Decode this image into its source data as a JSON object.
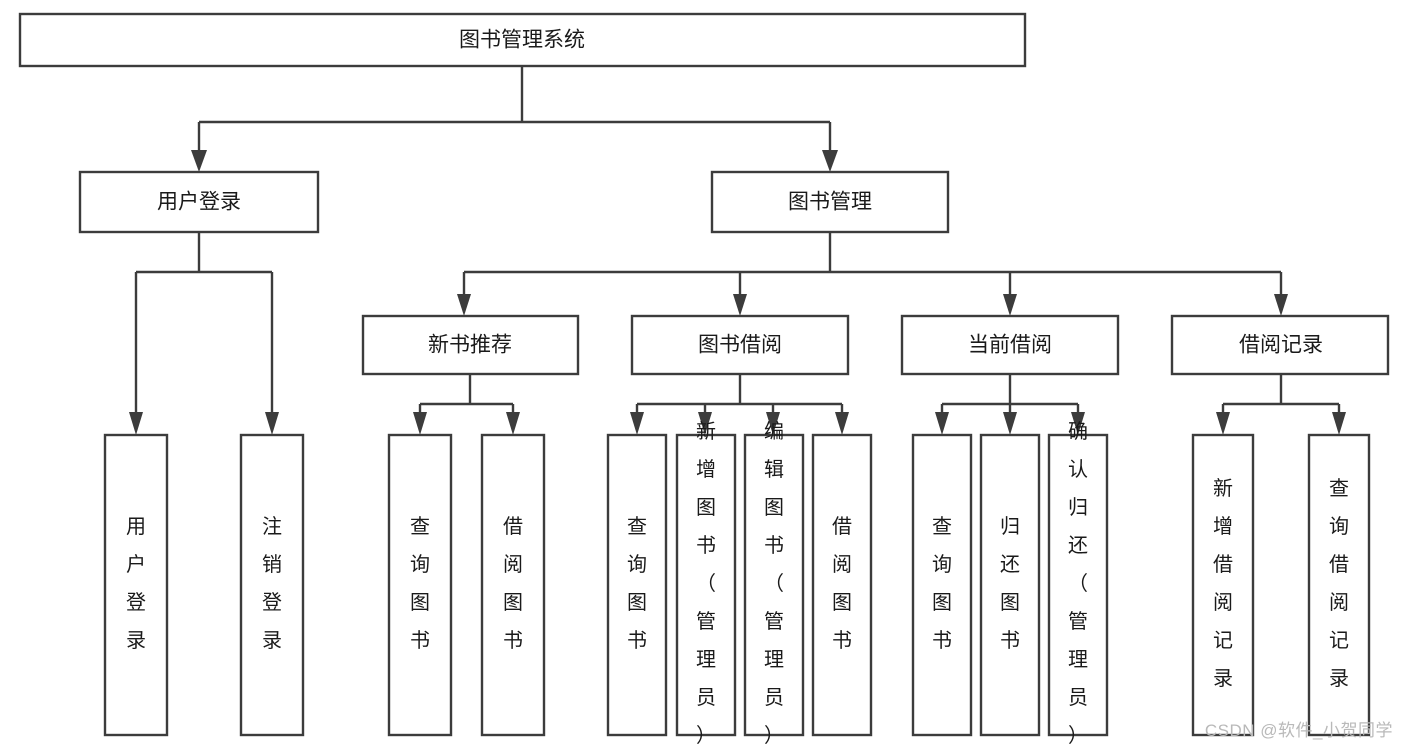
{
  "diagram": {
    "title": "图书管理系统",
    "watermark": "CSDN @软件_小贺同学",
    "colors": {
      "box_stroke": "#3c3c3c",
      "box_fill": "#ffffff",
      "text": "#1a1a1a",
      "background": "#ffffff",
      "watermark": "#b9b9b9"
    },
    "root": {
      "label": "图书管理系统",
      "id": "root"
    },
    "level2": [
      {
        "id": "user-login",
        "label": "用户登录"
      },
      {
        "id": "book-management",
        "label": "图书管理"
      }
    ],
    "level3": [
      {
        "id": "new-book-recommend",
        "label": "新书推荐",
        "parent": "book-management"
      },
      {
        "id": "book-borrow",
        "label": "图书借阅",
        "parent": "book-management"
      },
      {
        "id": "current-borrow",
        "label": "当前借阅",
        "parent": "book-management"
      },
      {
        "id": "borrow-record",
        "label": "借阅记录",
        "parent": "book-management"
      }
    ],
    "leaves": {
      "user-login": [
        {
          "id": "leaf-user-login",
          "label": "用户登录"
        },
        {
          "id": "leaf-logout",
          "label": "注销登录"
        }
      ],
      "new-book-recommend": [
        {
          "id": "leaf-query-book-1",
          "label": "查询图书"
        },
        {
          "id": "leaf-borrow-book-1",
          "label": "借阅图书"
        }
      ],
      "book-borrow": [
        {
          "id": "leaf-query-book-2",
          "label": "查询图书"
        },
        {
          "id": "leaf-add-book",
          "label": "新增图书（管理员）"
        },
        {
          "id": "leaf-edit-book",
          "label": "编辑图书（管理员）"
        },
        {
          "id": "leaf-borrow-book-2",
          "label": "借阅图书"
        }
      ],
      "current-borrow": [
        {
          "id": "leaf-query-book-3",
          "label": "查询图书"
        },
        {
          "id": "leaf-return-book",
          "label": "归还图书"
        },
        {
          "id": "leaf-confirm-return",
          "label": "确认归还（管理员）"
        }
      ],
      "borrow-record": [
        {
          "id": "leaf-add-record",
          "label": "新增借阅记录"
        },
        {
          "id": "leaf-query-record",
          "label": "查询借阅记录"
        }
      ]
    }
  }
}
